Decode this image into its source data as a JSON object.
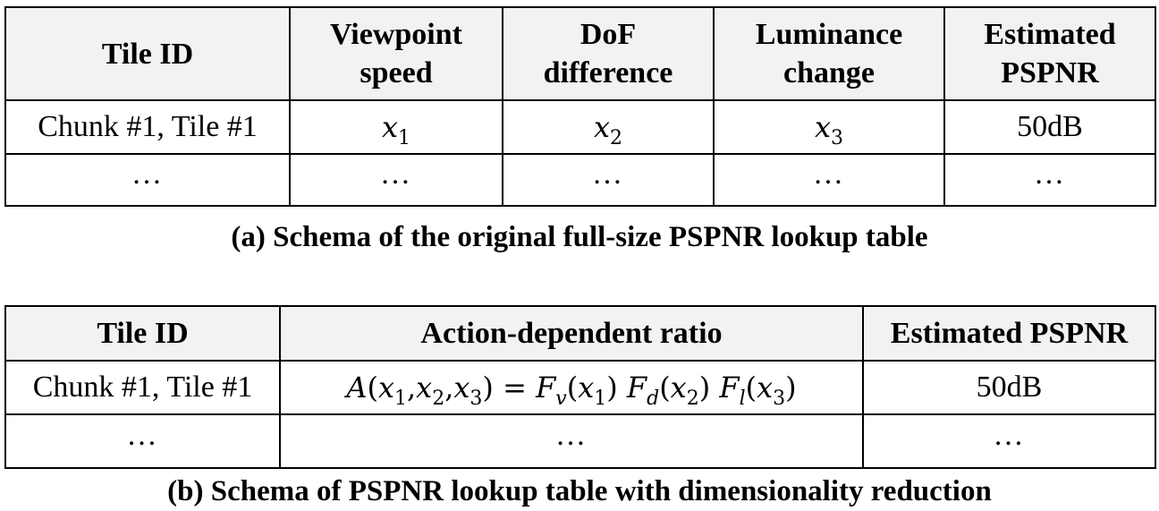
{
  "table_a": {
    "headers": [
      "Tile ID",
      "Viewpoint",
      "speed",
      "DoF",
      "difference",
      "Luminance",
      "change",
      "Estimated",
      "PSPNR"
    ],
    "row1": {
      "tile_id": "Chunk #1, Tile #1",
      "x1_var": "x",
      "x1_sub": "1",
      "x2_var": "x",
      "x2_sub": "2",
      "x3_var": "x",
      "x3_sub": "3",
      "pspnr": "50dB"
    },
    "row2": [
      "…",
      "…",
      "…",
      "…",
      "…"
    ],
    "caption": "(a) Schema of the original full-size PSPNR lookup table"
  },
  "table_b": {
    "headers": [
      "Tile ID",
      "Action-dependent ratio",
      "Estimated PSPNR"
    ],
    "row1": {
      "tile_id": "Chunk #1, Tile #1",
      "pspnr": "50dB"
    },
    "formula": {
      "A": "A",
      "open": "(",
      "close": ")",
      "comma": ",",
      "equals": "=",
      "x": "x",
      "s1": "1",
      "s2": "2",
      "s3": "3",
      "F": "F",
      "v": "v",
      "d": "d",
      "l": "l"
    },
    "row2": [
      "…",
      "…",
      "…"
    ],
    "caption": "(b) Schema of PSPNR lookup table with dimensionality reduction"
  }
}
